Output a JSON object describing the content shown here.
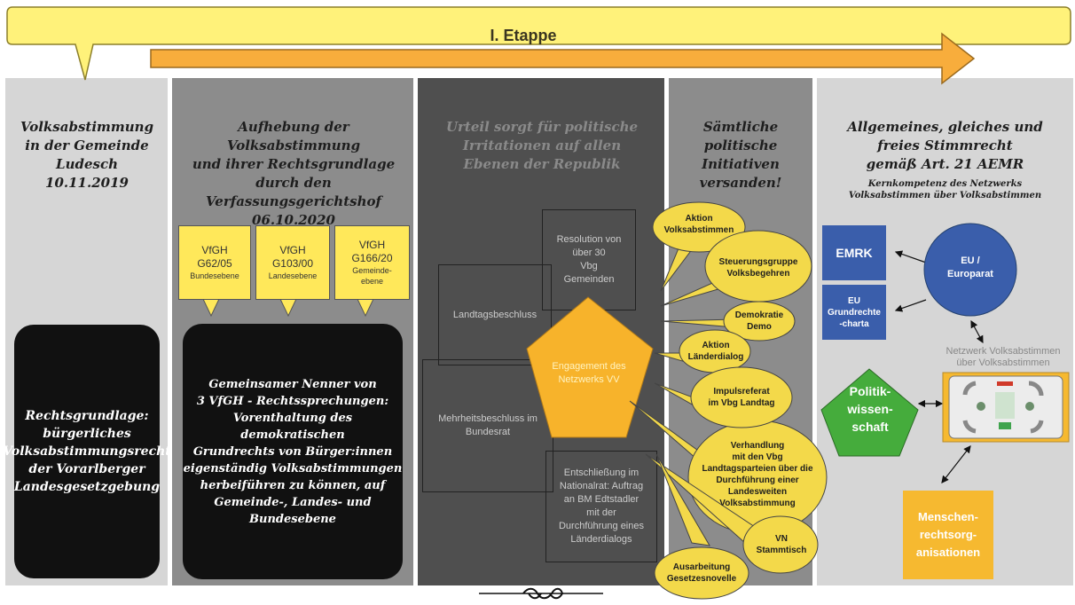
{
  "banner": {
    "title": "I. Etappe"
  },
  "columns": [
    {
      "heading": "Volksabstimmung in der Gemeinde Ludesch 10.11.2019",
      "heading_lines": [
        "Volksabstimmung",
        "in der Gemeinde",
        "Ludesch",
        "10.11.2019"
      ]
    },
    {
      "heading_lines": [
        "Aufhebung der Volksabstimmung",
        "und ihrer Rechtsgrundlage",
        "durch den Verfassungsgerichtshof",
        "06.10.2020"
      ]
    },
    {
      "heading_lines": [
        "Urteil sorgt für politische",
        "Irritationen auf allen",
        "Ebenen der Republik"
      ]
    },
    {
      "heading_lines": [
        "Sämtliche",
        "politische",
        "Initiativen",
        "versanden!"
      ]
    },
    {
      "heading_lines": [
        "Allgemeines, gleiches und",
        "freies Stimmrecht",
        "gemäß Art. 21 AEMR"
      ],
      "sub_lines": [
        "Kernkompetenz des Netzwerks",
        "Volksabstimmen über Volksabstimmen"
      ]
    }
  ],
  "col1_box": {
    "lines": [
      "Rechtsgrundlage:",
      "bürgerliches",
      "Volksabstimmungsrecht",
      "der Vorarlberger",
      "Landesgesetzgebung"
    ]
  },
  "vfgh_callouts": [
    {
      "l1": "VfGH",
      "l2a": "G62/05",
      "l3": "Bundesebene"
    },
    {
      "l1": "VfGH",
      "l2a": "G103/00",
      "l3": "Landesebene"
    },
    {
      "l1": "VfGH",
      "l2a": "G166/20",
      "l3a": "Gemeinde-",
      "l3b": "ebene"
    }
  ],
  "col2_box": {
    "lines": [
      "Gemeinsamer Nenner von",
      "3 VfGH - Rechtssprechungen:",
      "Vorenthaltung des demokratischen",
      "Grundrechts von Bürger:innen",
      "eigenständig Volksabstimmungen",
      "herbeiführen zu können, auf",
      "Gemeinde-, Landes- und",
      "Bundesebene"
    ]
  },
  "col3_boxes": {
    "resolution": [
      "Resolution von",
      "über 30",
      "Vbg",
      "Gemeinden"
    ],
    "landtag": "Landtagsbeschluss",
    "mehrheit": [
      "Mehrheitsbeschluss im",
      "Bundesrat"
    ],
    "entschliessung": [
      "Entschließung im",
      "Nationalrat: Auftrag",
      "an BM Edtstadler",
      "mit der",
      "Durchführung eines",
      "Länderdialogs"
    ],
    "pentagon": [
      "Engagement des",
      "Netzwerks VV"
    ]
  },
  "bubbles": [
    [
      "Aktion",
      "Volksabstimmen"
    ],
    [
      "Steuerungsgruppe",
      "Volksbegehren"
    ],
    [
      "Demokratie",
      "Demo"
    ],
    [
      "Aktion",
      "Länderdialog"
    ],
    [
      "Impulsreferat",
      "im Vbg Landtag"
    ],
    [
      "Verhandlung",
      "mit den Vbg",
      "Landtagsparteien über die",
      "Durchführung einer",
      "Landesweiten",
      "Volksabstimmung"
    ],
    [
      "VN",
      "Stammtisch"
    ],
    [
      "Ausarbeitung",
      "Gesetzesnovelle"
    ]
  ],
  "col5_items": {
    "emrk": "EMRK",
    "eu_grund": [
      "EU",
      "Grundrechte",
      "-charta"
    ],
    "europarat": [
      "EU /",
      "Europarat"
    ],
    "netzwerk_label": [
      "Netzwerk Volksabstimmen",
      "über Volksabstimmen"
    ],
    "politik": [
      "Politik-",
      "wissen-",
      "schaft"
    ],
    "menschen": [
      "Menschen-",
      "rechtsorg-",
      "anisationen"
    ]
  },
  "colors": {
    "banner": "#fff27a",
    "arrow": "#f8ad3c",
    "pentagon": "#f7b32b",
    "bubble": "#f3d94a",
    "blue": "#3a5eab",
    "green": "#45ac3c",
    "orange": "#f6b930"
  }
}
